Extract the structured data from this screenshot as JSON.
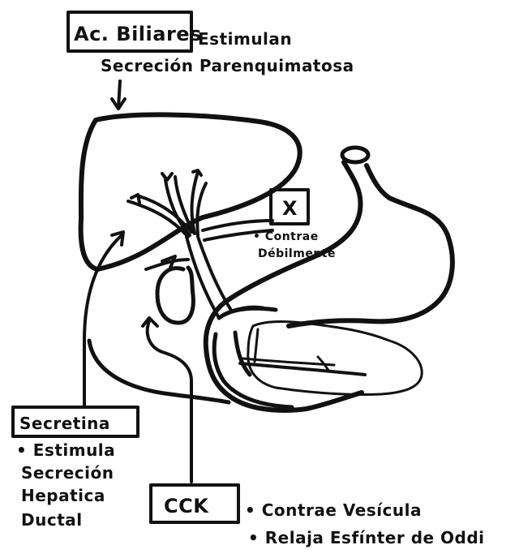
{
  "bile_acids": {
    "box_label": "Ac. Biliares",
    "line1": "Estimulan",
    "line2": "Secreción Parenquimatosa"
  },
  "gallbladder_box": {
    "box_label": "X",
    "line1": "• Contrae",
    "line2": "Débilmente"
  },
  "secretin": {
    "box_label": "Secretina",
    "line1": "• Estimula",
    "line2": "Secreción",
    "line3": "Hepatica",
    "line4": "Ductal"
  },
  "cck": {
    "box_label": "CCK",
    "line1": "• Contrae Vesícula",
    "line2": "• Relaja Esfínter de Oddi"
  }
}
